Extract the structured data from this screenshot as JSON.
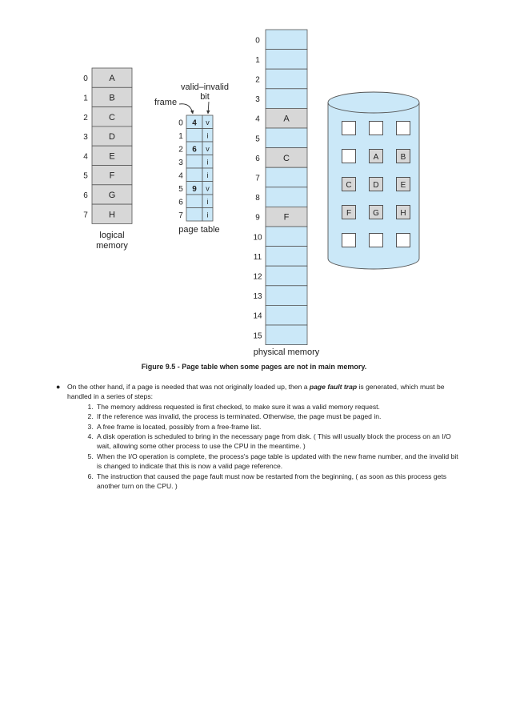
{
  "figure": {
    "logical_memory": {
      "label_line1": "logical",
      "label_line2": "memory",
      "indices": [
        "0",
        "1",
        "2",
        "3",
        "4",
        "5",
        "6",
        "7"
      ],
      "pages": [
        "A",
        "B",
        "C",
        "D",
        "E",
        "F",
        "G",
        "H"
      ]
    },
    "page_table": {
      "label": "page table",
      "frame_label": "frame",
      "valid_label_line1": "valid–invalid",
      "valid_label_line2": "bit",
      "indices": [
        "0",
        "1",
        "2",
        "3",
        "4",
        "5",
        "6",
        "7"
      ],
      "frames": [
        "4",
        "",
        "6",
        "",
        "",
        "9",
        "",
        ""
      ],
      "bits": [
        "v",
        "i",
        "v",
        "i",
        "i",
        "v",
        "i",
        "i"
      ]
    },
    "physical_memory": {
      "label": "physical memory",
      "indices": [
        "0",
        "1",
        "2",
        "3",
        "4",
        "5",
        "6",
        "7",
        "8",
        "9",
        "10",
        "11",
        "12",
        "13",
        "14",
        "15"
      ],
      "contents": [
        "",
        "",
        "",
        "",
        "A",
        "",
        "C",
        "",
        "",
        "F",
        "",
        "",
        "",
        "",
        "",
        ""
      ]
    },
    "disk": {
      "rows": [
        [
          "",
          "",
          ""
        ],
        [
          "",
          "A",
          "B"
        ],
        [
          "C",
          "D",
          "E"
        ],
        [
          "F",
          "G",
          "H"
        ],
        [
          "",
          "",
          ""
        ]
      ]
    },
    "colors": {
      "light_blue": "#cbe8f8",
      "gray": "#d7d7d7",
      "stroke": "#555555"
    }
  },
  "caption": "Figure 9.5 - Page table when some pages are not in main memory.",
  "intro": {
    "before": "On the other hand, if a page is needed that was not originally loaded up, then a ",
    "term": "page fault trap",
    "after": " is generated, which must be handled in a series of steps:"
  },
  "steps": [
    "The memory address requested is first checked, to make sure it was a valid memory request.",
    "If the reference was invalid, the process is terminated. Otherwise, the page must be paged in.",
    "A free frame is located, possibly from a free-frame list.",
    "A disk operation is scheduled to bring in the necessary page from disk. ( This will usually block the process on an I/O wait, allowing some other process to use the CPU in the meantime. )",
    "When the I/O operation is complete, the process's page table is updated with the new frame number, and the invalid bit is changed to indicate that this is now a valid page reference.",
    "The instruction that caused the page fault must now be restarted from the beginning, ( as soon as this process gets another turn on the CPU. )"
  ]
}
